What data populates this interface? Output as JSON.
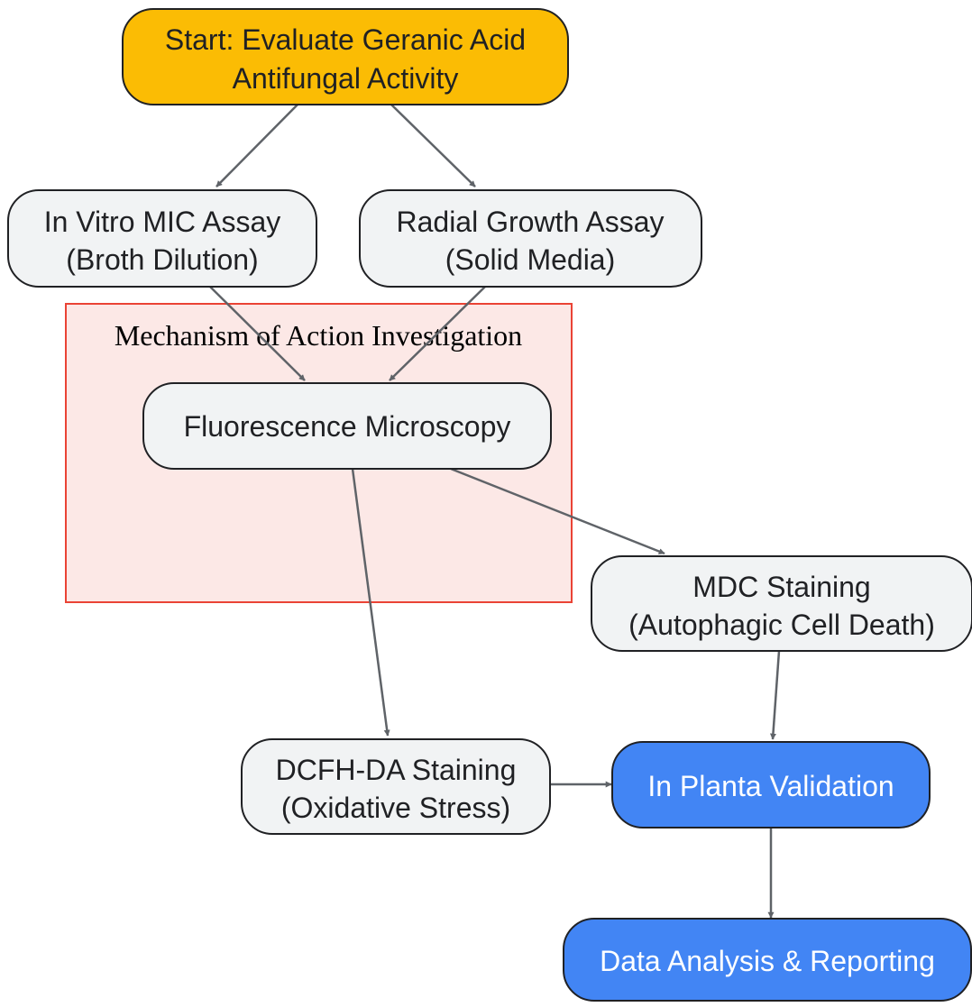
{
  "colors": {
    "start_fill": "#FBBC04",
    "default_fill": "#F1F3F4",
    "blue_fill": "#4285F4",
    "node_stroke": "#202124",
    "text_dark": "#202124",
    "text_light": "#FFFFFF",
    "edge": "#5F6368",
    "cluster_fill": "#FCE8E6",
    "cluster_stroke": "#EA4335"
  },
  "cluster": {
    "label": "Mechanism of Action Investigation"
  },
  "nodes": {
    "start": {
      "line1": "Start: Evaluate Geranic Acid",
      "line2": "Antifungal Activity"
    },
    "mic": {
      "line1": "In Vitro MIC Assay",
      "line2": "(Broth Dilution)"
    },
    "radial": {
      "line1": "Radial Growth Assay",
      "line2": "(Solid Media)"
    },
    "fluor": {
      "line1": "Fluorescence Microscopy"
    },
    "mdc": {
      "line1": "MDC Staining",
      "line2": "(Autophagic Cell Death)"
    },
    "dcfh": {
      "line1": "DCFH-DA Staining",
      "line2": "(Oxidative Stress)"
    },
    "planta": {
      "line1": "In Planta Validation"
    },
    "report": {
      "line1": "Data Analysis & Reporting"
    }
  },
  "edges": [
    {
      "from": "start",
      "to": "mic"
    },
    {
      "from": "start",
      "to": "radial"
    },
    {
      "from": "mic",
      "to": "fluor"
    },
    {
      "from": "radial",
      "to": "fluor"
    },
    {
      "from": "fluor",
      "to": "mdc"
    },
    {
      "from": "fluor",
      "to": "dcfh"
    },
    {
      "from": "mdc",
      "to": "planta"
    },
    {
      "from": "dcfh",
      "to": "planta"
    },
    {
      "from": "planta",
      "to": "report"
    }
  ]
}
